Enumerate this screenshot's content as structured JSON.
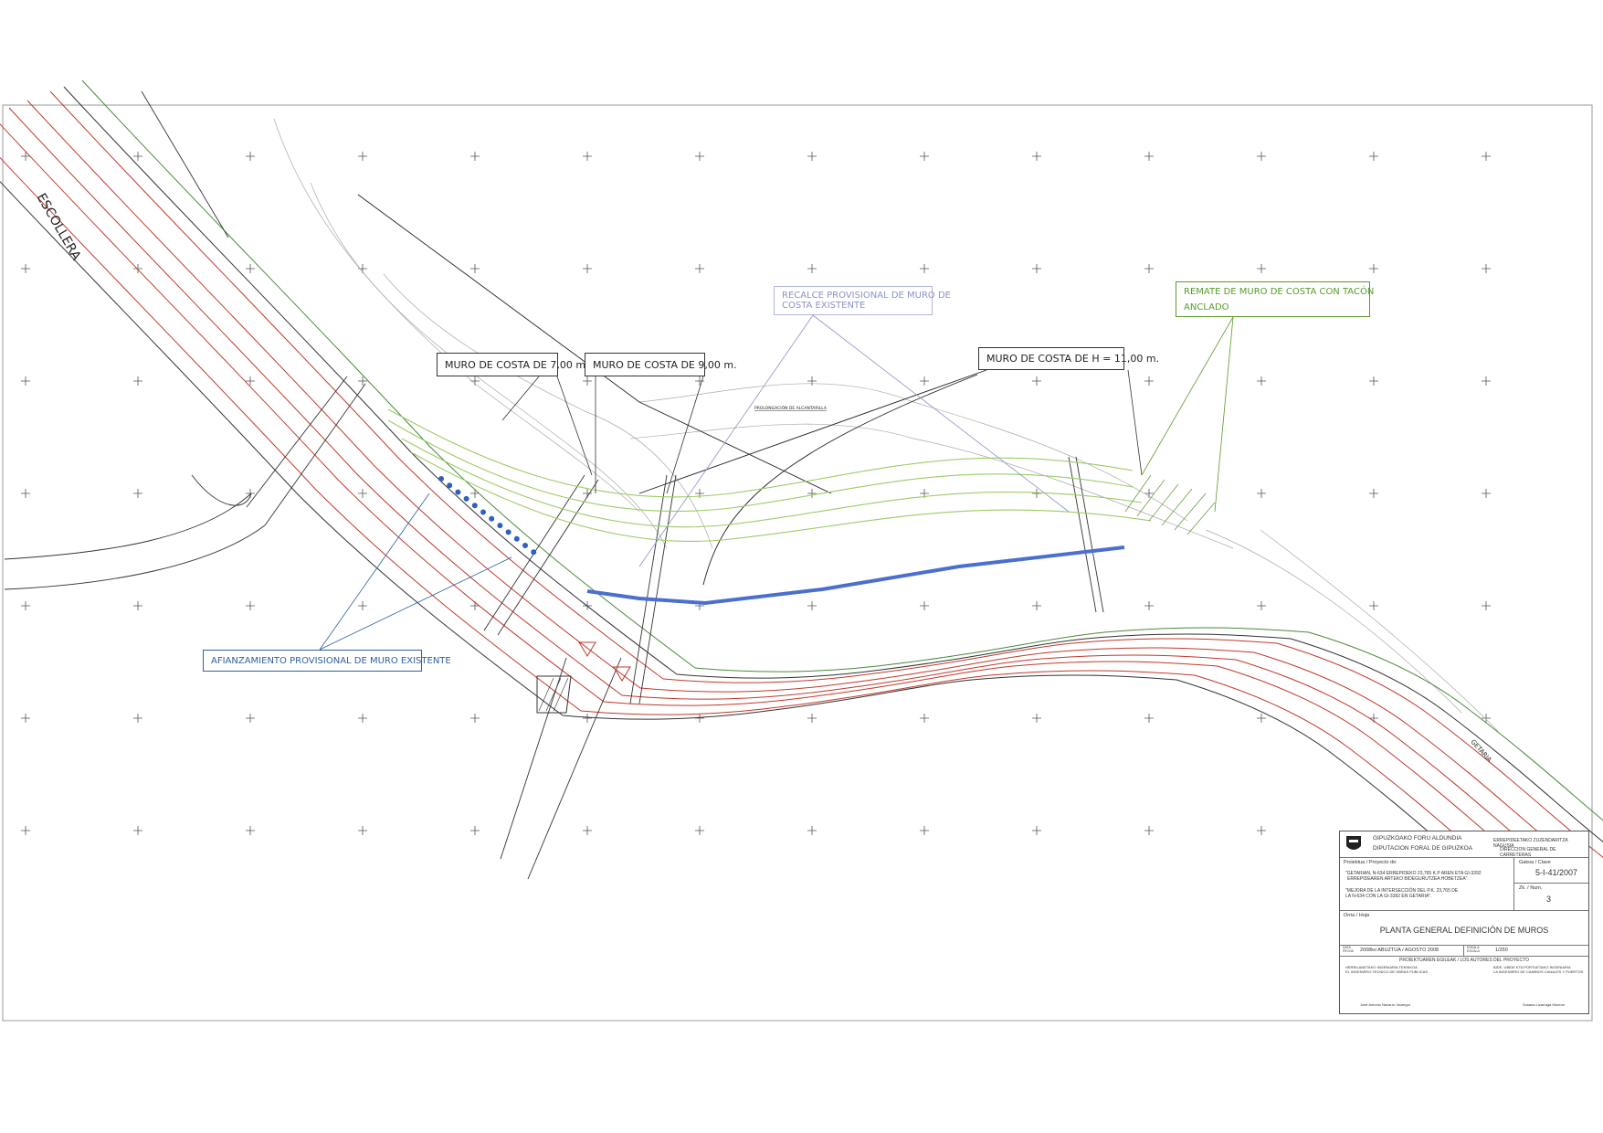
{
  "drawing": {
    "labels": {
      "escollera": "ESCOLLERA",
      "getaria": "GETARIA",
      "muro_7": "MURO DE COSTA DE 7,00 m.",
      "muro_9": "MURO DE COSTA DE 9,00 m.",
      "muro_11": "MURO DE COSTA DE H = 11,00 m.",
      "recalce_1": "RECALCE PROVISIONAL DE MURO DE",
      "recalce_2": "COSTA EXISTENTE",
      "remate_1": "REMATE DE MURO DE COSTA CON TACÓN",
      "remate_2": "ANCLADO",
      "afianzamiento": "AFIANZAMIENTO PROVISIONAL DE MURO EXISTENTE",
      "prolongacion": "PROLONGACIÓN DE ALCANTARILLA"
    },
    "colors": {
      "road": "#c0392b",
      "green": "#9ccc65",
      "blue": "#4a6fd0",
      "recalce": "#8a93c8",
      "remate": "#5a9a2a",
      "afianz": "#2f5f9e"
    }
  },
  "title_block": {
    "org_eu": "GIPUZKOAKO FORU ALDUNDIA",
    "org_es": "DIPUTACION FORAL DE GIPUZKOA",
    "dept_eu": "ERREPIDEETAKO ZUZENDARITZA NAGUSIA",
    "dept_es": "DIRECCION GENERAL DE CARRETERAS",
    "project_label": "Proiektua / Proyecto de:",
    "project_eu_1": "\"GETARIAN, N-634 ERREPIDEKO 23,765 K.P AREN ETA GI-3392",
    "project_eu_2": "ERREPIDEAREN ARTEKO BIDEGURUTZEA HOBETZEA\".",
    "project_es_1": "\"MEJORA DE LA INTERSECCIÓN DEL P.K. 23,765 DE",
    "project_es_2": "LA N-634 CON LA GI-3392 EN GETARIA\".",
    "clave_label": "Gakoa / Clave",
    "clave": "5-I-41/2007",
    "num_label": "Zk. / Num.",
    "num": "3",
    "hoja_label": "Orria / Hoja",
    "sheet_title": "PLANTA GENERAL DEFINICIÓN DE MUROS",
    "fecha_label_1": "DATA",
    "fecha_label_2": "FECHA",
    "fecha": "2008ko ABUZTUA / AGOSTO 2008",
    "escala_label_1": "ESKALA",
    "escala_label_2": "ESCALA",
    "escala": "1/250",
    "autores": "PROIEKTUAREN EGILEAK / LOS AUTORES DEL PROYECTO",
    "autor1_t1": "HERRILANETAKO INGENIARIA TEKNIKOA",
    "autor1_t2": "EL INGENIERO TECNICO DE OBRAS PUBLICAS",
    "autor2_t1": "BIDE, UBIDE ETA PORTUETAKO INGENIARIA",
    "autor2_t2": "LA INGENIERO DE CAMINOS CANALES Y PUERTOS",
    "autor1": "José Antonio Navarro Jáuregui",
    "autor2": "Susana Lizarraga Moreno"
  }
}
